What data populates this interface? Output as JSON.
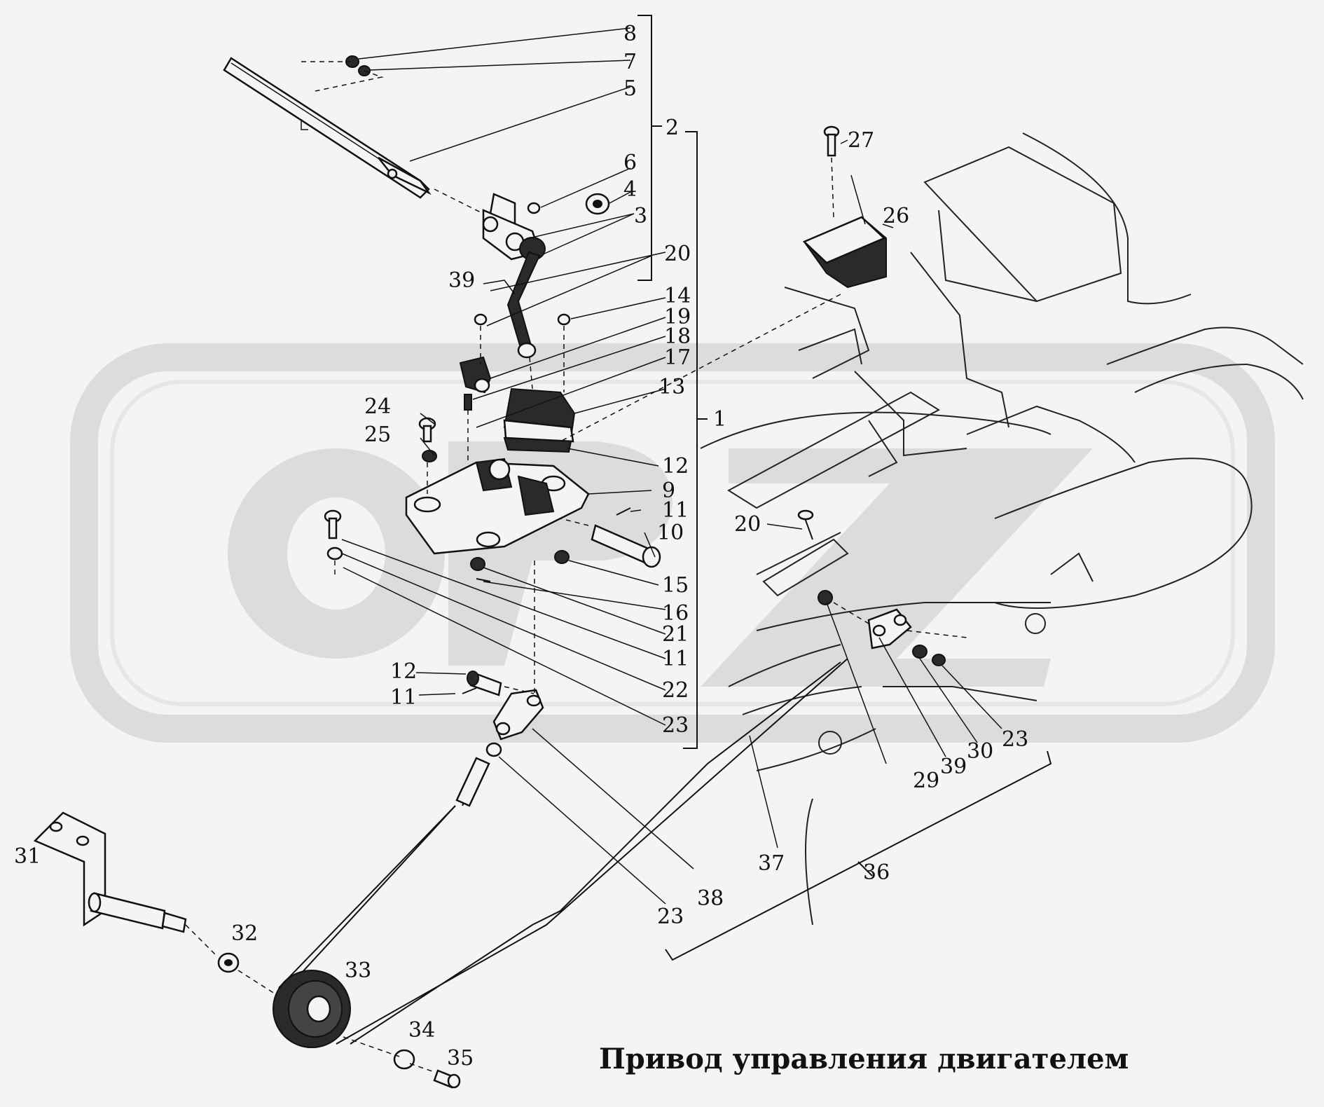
{
  "title": "Привод управления двигателем",
  "watermark": {
    "text": "OPZ",
    "color": "#dcdcda"
  },
  "colors": {
    "ink": "#111111",
    "paper": "#f4f4f2"
  },
  "labels": {
    "l1": "1",
    "l2": "2",
    "l3": "3",
    "l4": "4",
    "l5": "5",
    "l6": "6",
    "l7": "7",
    "l8": "8",
    "l9": "9",
    "l10": "10",
    "l11a": "11",
    "l11b": "11",
    "l11c": "11",
    "l12a": "12",
    "l12b": "12",
    "l13": "13",
    "l14": "14",
    "l15": "15",
    "l16": "16",
    "l17": "17",
    "l18": "18",
    "l19": "19",
    "l20a": "20",
    "l20b": "20",
    "l21": "21",
    "l22": "22",
    "l23a": "23",
    "l23b": "23",
    "l23c": "23",
    "l24": "24",
    "l25": "25",
    "l26": "26",
    "l27": "27",
    "l29": "29",
    "l30": "30",
    "l31": "31",
    "l32": "32",
    "l33": "33",
    "l34": "34",
    "l35": "35",
    "l36": "36",
    "l37": "37",
    "l38": "38",
    "l39a": "39",
    "l39b": "39"
  }
}
